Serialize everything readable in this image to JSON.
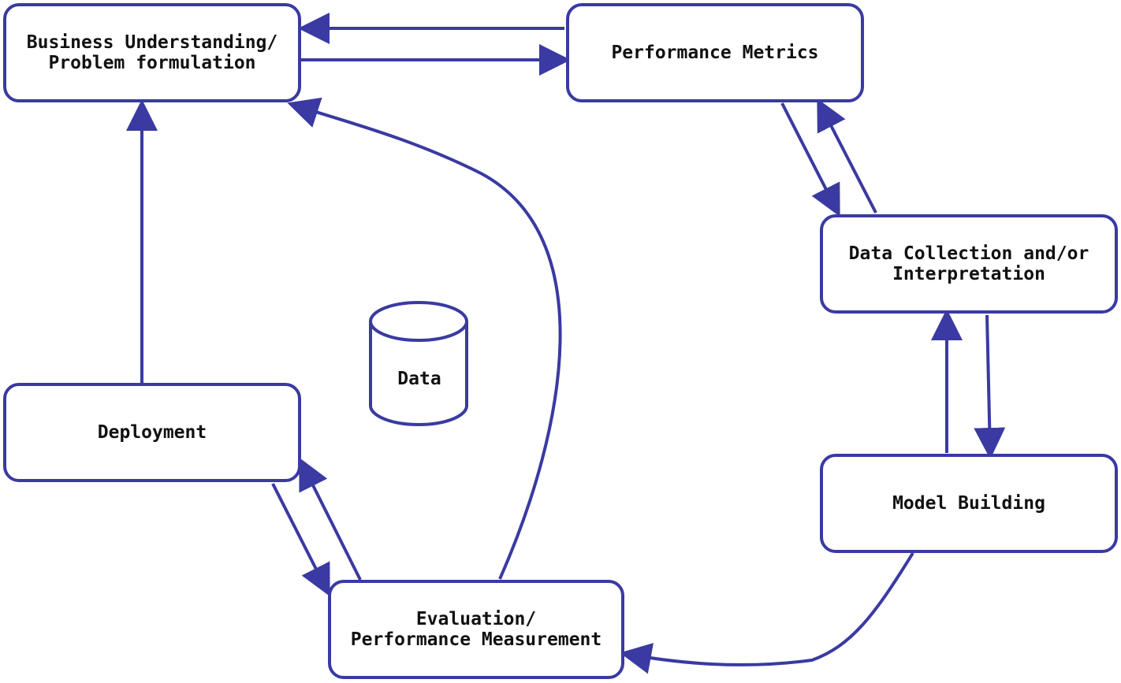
{
  "diagram": {
    "line_color": "#3a3aa2",
    "nodes": {
      "business": {
        "line1": "Business Understanding/",
        "line2": "Problem formulation"
      },
      "metrics": {
        "label": "Performance Metrics"
      },
      "data_collection": {
        "line1": "Data Collection and/or",
        "line2": "Interpretation"
      },
      "model_building": {
        "label": "Model Building"
      },
      "evaluation": {
        "line1": "Evaluation/",
        "line2": "Performance Measurement"
      },
      "deployment": {
        "label": "Deployment"
      }
    },
    "database": {
      "label": "Data"
    }
  }
}
